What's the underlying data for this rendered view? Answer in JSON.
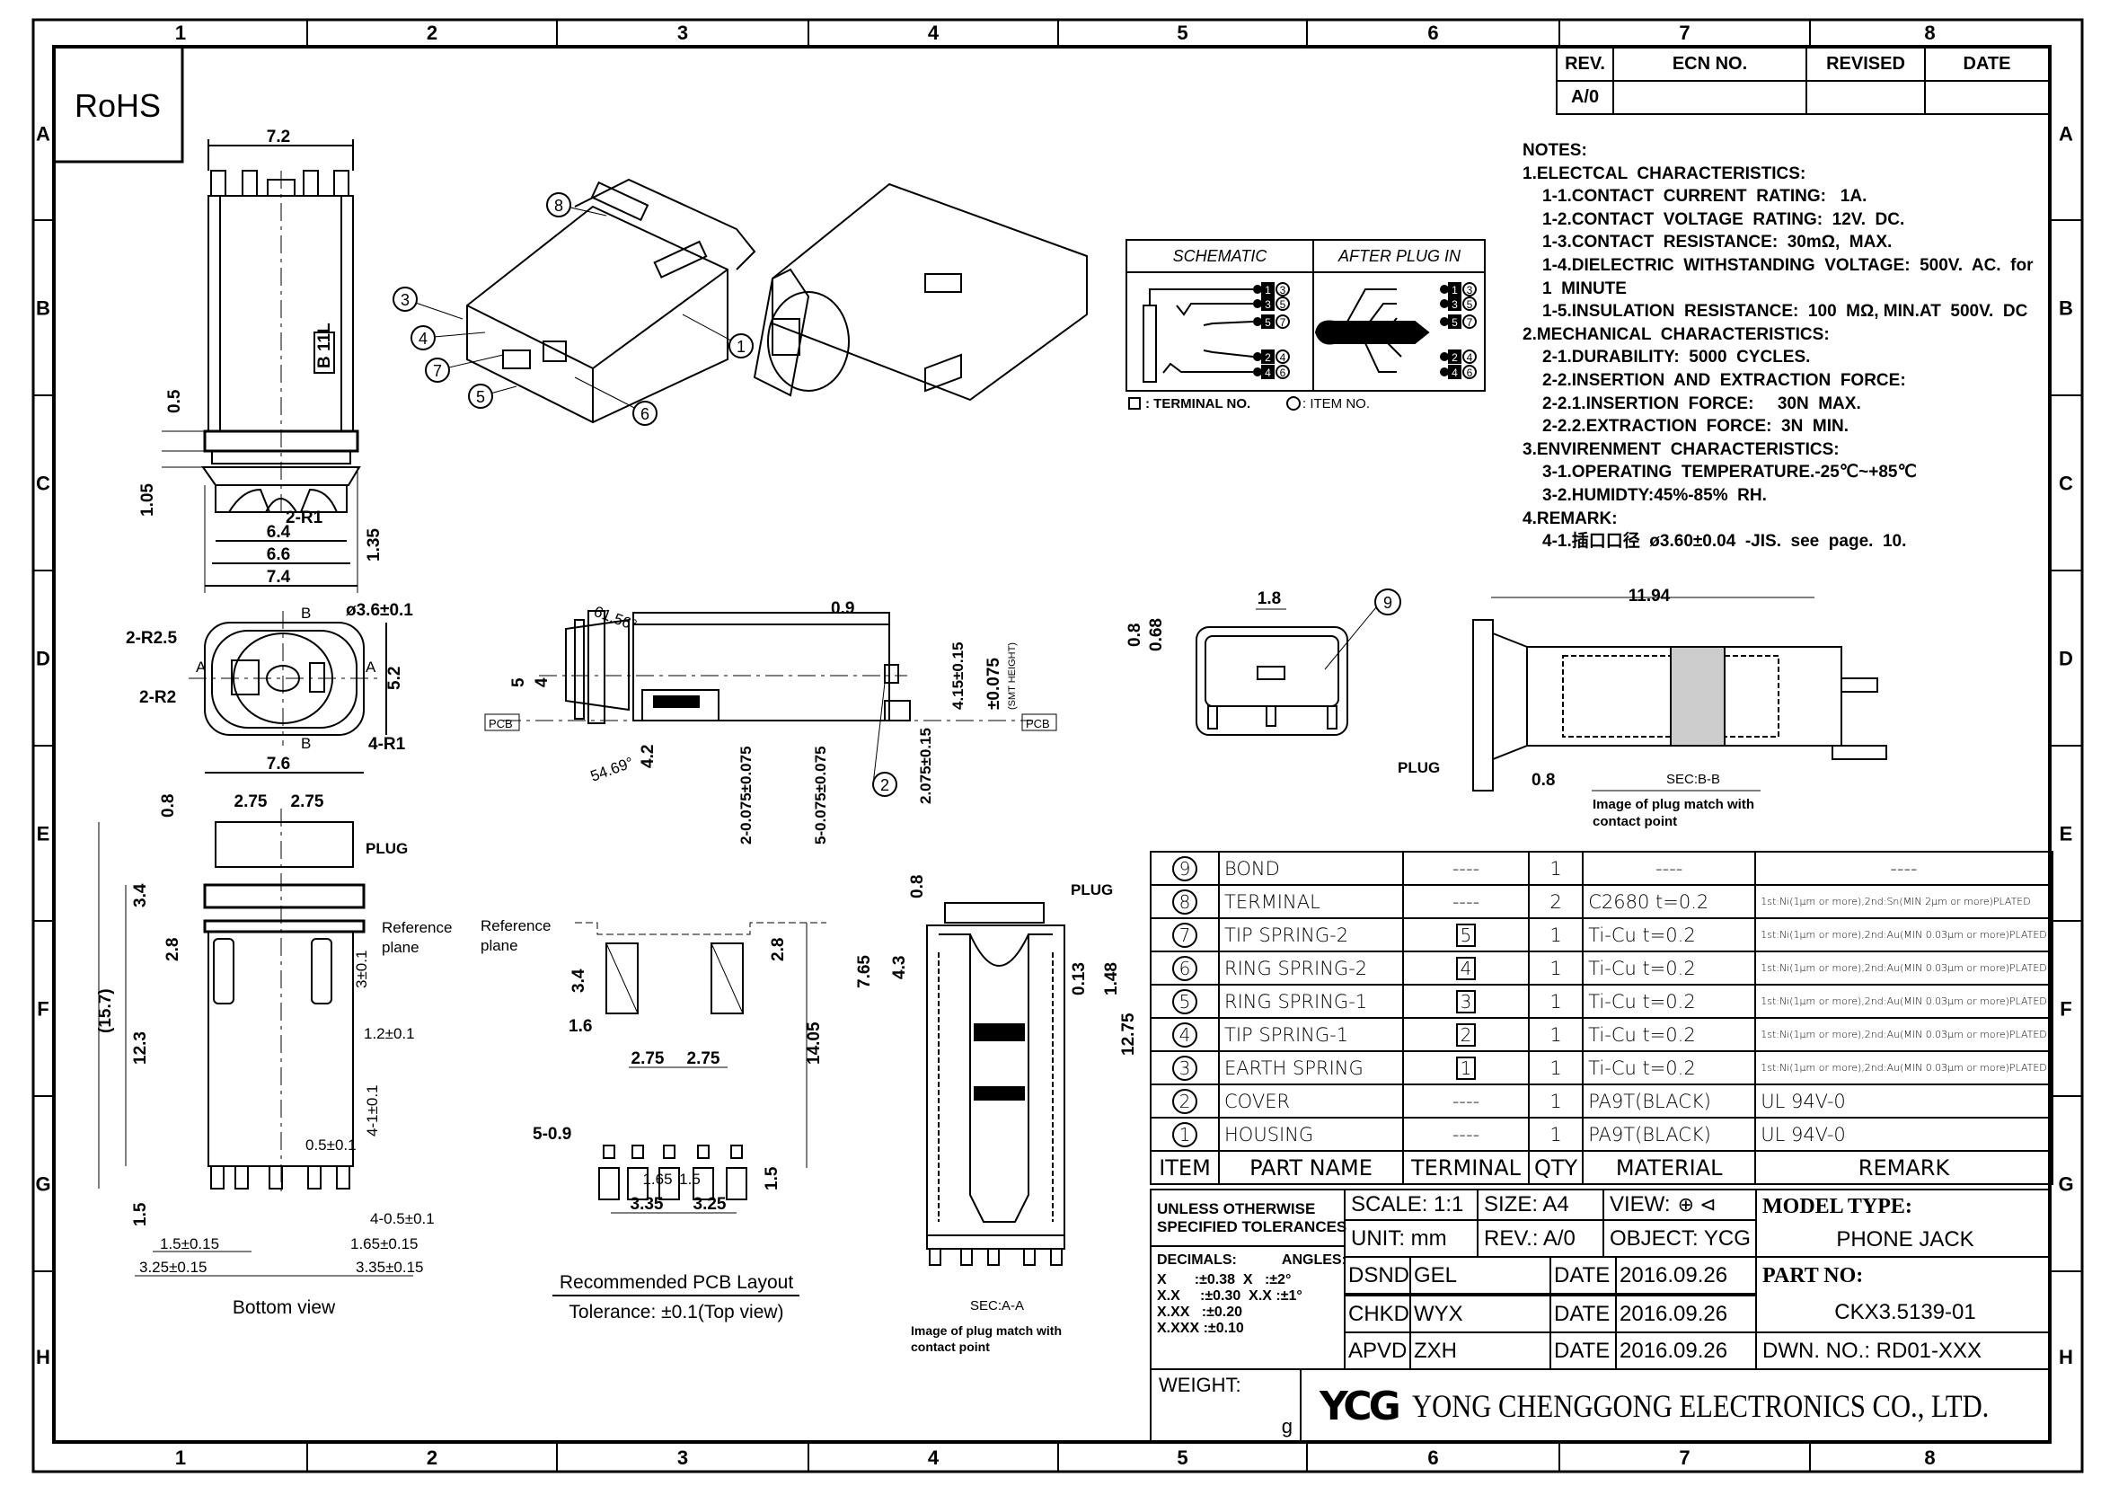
{
  "grid": {
    "columns": [
      "1",
      "2",
      "3",
      "4",
      "5",
      "6",
      "7",
      "8"
    ],
    "rows": [
      "A",
      "B",
      "C",
      "D",
      "E",
      "F",
      "G",
      "H"
    ]
  },
  "rohs": "RoHS",
  "revision_table": {
    "headers": [
      "REV.",
      "ECN NO.",
      "REVISED",
      "DATE"
    ],
    "rows": [
      [
        "A/0",
        "",
        "",
        ""
      ]
    ]
  },
  "notes": [
    {
      "text": "NOTES:",
      "indent": 0
    },
    {
      "text": "1.ELECTCAL  CHARACTERISTICS:",
      "indent": 0
    },
    {
      "text": "1-1.CONTACT  CURRENT  RATING:   1A.",
      "indent": 1
    },
    {
      "text": "1-2.CONTACT  VOLTAGE  RATING:  12V.  DC.",
      "indent": 1
    },
    {
      "text": "1-3.CONTACT  RESISTANCE:  30mΩ,  MAX.",
      "indent": 1
    },
    {
      "text": "1-4.DIELECTRIC  WITHSTANDING  VOLTAGE:  500V.  AC.  for",
      "indent": 1
    },
    {
      "text": "1  MINUTE",
      "indent": 1
    },
    {
      "text": "1-5.INSULATION  RESISTANCE:  100  MΩ, MIN.AT  500V.  DC",
      "indent": 1
    },
    {
      "text": "2.MECHANICAL  CHARACTERISTICS:",
      "indent": 0
    },
    {
      "text": "2-1.DURABILITY:  5000  CYCLES.",
      "indent": 1
    },
    {
      "text": "2-2.INSERTION  AND  EXTRACTION  FORCE:",
      "indent": 1
    },
    {
      "text": "2-2.1.INSERTION  FORCE:     30N  MAX.",
      "indent": 1
    },
    {
      "text": "2-2.2.EXTRACTION  FORCE:  3N  MIN.",
      "indent": 1
    },
    {
      "text": "3.ENVIRENMENT  CHARACTERISTICS:",
      "indent": 0
    },
    {
      "text": "3-1.OPERATING  TEMPERATURE.-25℃~+85℃",
      "indent": 1
    },
    {
      "text": "3-2.HUMIDTY:45%-85%  RH.",
      "indent": 1
    },
    {
      "text": "4.REMARK:",
      "indent": 0
    },
    {
      "text": "4-1.插口口径  ø3.60±0.04  -JIS.  see  page.  10.",
      "indent": 1
    }
  ],
  "schematic": {
    "title_left": "SCHEMATIC",
    "title_right": "AFTER PLUG IN",
    "pins": [
      {
        "terminal": "1",
        "item": "3"
      },
      {
        "terminal": "3",
        "item": "5"
      },
      {
        "terminal": "5",
        "item": "7"
      },
      {
        "terminal": "2",
        "item": "4"
      },
      {
        "terminal": "4",
        "item": "6"
      }
    ],
    "legend_terminal": ": TERMINAL NO.",
    "legend_item": ": ITEM NO."
  },
  "iso_balloons": [
    "8",
    "3",
    "4",
    "7",
    "5",
    "6",
    "1"
  ],
  "top_view": {
    "dims": [
      "7.2",
      "0.5",
      "1.05",
      "2-R1",
      "6.4",
      "6.6",
      "7.4",
      "1.35"
    ],
    "marking": "B 11L"
  },
  "front_view": {
    "dims": [
      "ø3.6±0.1",
      "2-R2.5",
      "2-R2",
      "5.2",
      "4-R1",
      "7.6",
      "A",
      "A",
      "B",
      "B"
    ]
  },
  "bottom_view": {
    "dims": [
      "0.8",
      "2.75",
      "2.75",
      "PLUG",
      "3.4",
      "2.8",
      "Reference",
      "plane",
      "3±0.1",
      "(15.7)",
      "12.3",
      "1.2±0.1",
      "4-1±0.1",
      "0.5±0.1",
      "1.5",
      "4-0.5±0.1",
      "1.5±0.15",
      "1.65±0.15",
      "3.25±0.15",
      "3.35±0.15"
    ],
    "caption": "Bottom view"
  },
  "side_view": {
    "dims": [
      "61.56°",
      "0.9",
      "5",
      "4",
      "PCB",
      "PCB",
      "4.15±0.15",
      "±0.075",
      "(SMT HEIGHT)",
      "54.69°",
      "4.2",
      "2-0.075±0.075",
      "5-0.075±0.075",
      "2.075±0.15"
    ],
    "balloon": "2"
  },
  "pcb_layout": {
    "dims": [
      "Reference",
      "plane",
      "3.4",
      "2.8",
      "1.6",
      "2.75",
      "2.75",
      "14.05",
      "5-0.9",
      "1.65",
      "1.5",
      "1.5",
      "3.35",
      "3.25"
    ],
    "caption": "Recommended  PCB  Layout",
    "tolerance": "Tolerance:  ±0.1(Top  view)"
  },
  "section_aa": {
    "dims": [
      "0.8",
      "PLUG",
      "4.3",
      "7.65",
      "0.13",
      "1.48",
      "12.75"
    ],
    "caption": "SEC:A-A",
    "note1": "Image of plug match with",
    "note2": "contact point"
  },
  "end_view": {
    "dims": [
      "1.8",
      "0.8",
      "0.68"
    ],
    "balloon": "9"
  },
  "section_bb": {
    "dims": [
      "11.94",
      "PLUG",
      "0.8"
    ],
    "caption": "SEC:B-B",
    "note1": "Image of plug match with",
    "note2": "contact point"
  },
  "bom": {
    "headers": [
      "ITEM",
      "PART NAME",
      "TERMINAL",
      "QTY",
      "MATERIAL",
      "REMARK"
    ],
    "rows": [
      {
        "item": "9",
        "part": "BOND",
        "terminal": "----",
        "qty": "1",
        "material": "----",
        "remark": "----"
      },
      {
        "item": "8",
        "part": "TERMINAL",
        "terminal": "----",
        "qty": "2",
        "material": "C2680   t=0.2",
        "remark": "1st:Ni(1μm or more),2nd:Sn(MIN 2μm or more)PLATED"
      },
      {
        "item": "7",
        "part": "TIP  SPRING-2",
        "terminal": "5",
        "qty": "1",
        "material": "Ti-Cu   t=0.2",
        "remark": "1st:Ni(1μm or more),2nd:Au(MIN 0.03μm or more)PLATED"
      },
      {
        "item": "6",
        "part": "RING  SPRING-2",
        "terminal": "4",
        "qty": "1",
        "material": "Ti-Cu   t=0.2",
        "remark": "1st:Ni(1μm or more),2nd:Au(MIN 0.03μm or more)PLATED"
      },
      {
        "item": "5",
        "part": "RING  SPRING-1",
        "terminal": "3",
        "qty": "1",
        "material": "Ti-Cu   t=0.2",
        "remark": "1st:Ni(1μm or more),2nd:Au(MIN 0.03μm or more)PLATED"
      },
      {
        "item": "4",
        "part": "TIP  SPRING-1",
        "terminal": "2",
        "qty": "1",
        "material": "Ti-Cu   t=0.2",
        "remark": "1st:Ni(1μm or more),2nd:Au(MIN 0.03μm or more)PLATED"
      },
      {
        "item": "3",
        "part": "EARTH  SPRING",
        "terminal": "1",
        "qty": "1",
        "material": "Ti-Cu   t=0.2",
        "remark": "1st:Ni(1μm or more),2nd:Au(MIN 0.03μm or more)PLATED"
      },
      {
        "item": "2",
        "part": "COVER",
        "terminal": "----",
        "qty": "1",
        "material": "PA9T(BLACK)",
        "remark": "UL  94V-0"
      },
      {
        "item": "1",
        "part": "HOUSING",
        "terminal": "----",
        "qty": "1",
        "material": "PA9T(BLACK)",
        "remark": "UL  94V-0"
      }
    ]
  },
  "title_block": {
    "tol_header_1": "UNLESS  OTHERWISE",
    "tol_header_2": "SPECIFIED  TOLERANCES",
    "decimals_label": "DECIMALS:",
    "angles_label": "ANGLES:",
    "tol_lines": [
      "X       :±0.38  X   :±2°",
      "X.X     :±0.30  X.X :±1°",
      "X.XX   :±0.20",
      "X.XXX :±0.10"
    ],
    "scale": "SCALE:  1:1",
    "size": "SIZE:  A4",
    "view": "VIEW:",
    "unit": "UNIT:  mm",
    "rev": "REV.:  A/0",
    "object": "OBJECT:  YCG",
    "model_type_label": "MODEL  TYPE:",
    "model_type": "PHONE  JACK",
    "signoffs": [
      {
        "role": "DSND",
        "name": "GEL",
        "date_label": "DATE",
        "date": "2016.09.26"
      },
      {
        "role": "CHKD",
        "name": "WYX",
        "date_label": "DATE",
        "date": "2016.09.26"
      },
      {
        "role": "APVD",
        "name": "ZXH",
        "date_label": "DATE",
        "date": "2016.09.26"
      }
    ],
    "part_no_label": "PART  NO:",
    "part_no": "CKX3.5139-01",
    "dwn_no": "DWN.  NO.:  RD01-XXX",
    "weight_label": "WEIGHT:",
    "weight_unit": "g",
    "logo": "YCG",
    "company": "YONG  CHENGGONG  ELECTRONICS  CO.,  LTD."
  }
}
